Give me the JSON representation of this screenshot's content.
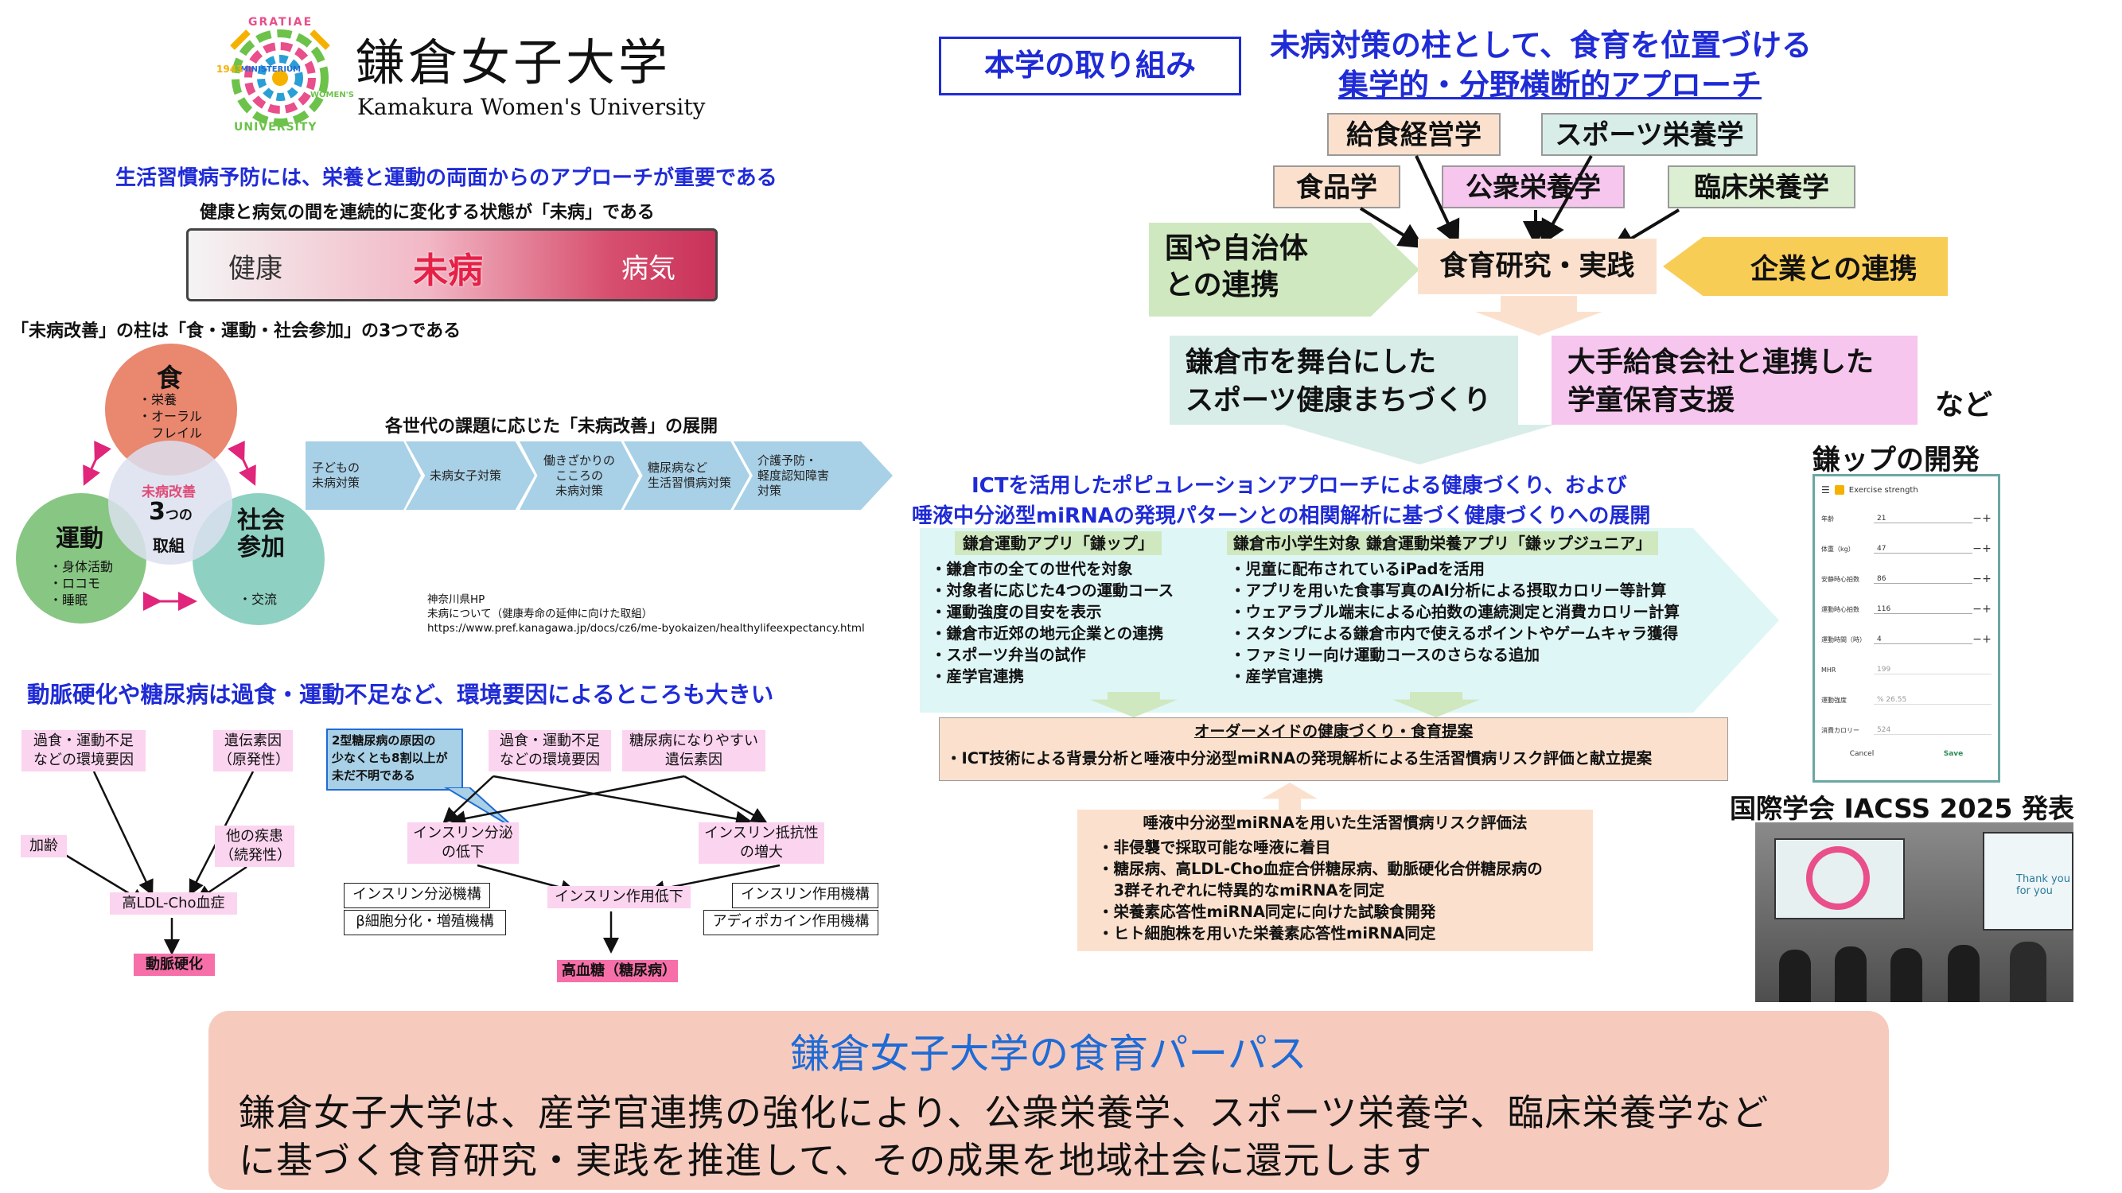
{
  "header": {
    "university_name": "鎌倉女子大学",
    "university_name_en": "Kamakura Women's University",
    "logo_top_text": "GRATIAE",
    "logo_mid_text": "MINISTERIUM",
    "logo_bottom_text": "UNIVERSITY",
    "logo_left_text": "1943",
    "logo_right_text": "WOMEN'S"
  },
  "left": {
    "headline": "生活習慣病予防には、栄養と運動の両面からのアプローチが重要である",
    "subline": "健康と病気の間を連続的に変化する状態が「未病」である",
    "gradient": {
      "left": "健康",
      "center": "未病",
      "right": "病気"
    },
    "pillars_caption": "「未病改善」の柱は「食・運動・社会参加」の3つである",
    "circles": {
      "food_title": "食",
      "food_items": [
        "・栄養",
        "・オーラル",
        "　フレイル"
      ],
      "exercise_title": "運動",
      "exercise_items": [
        "・身体活動",
        "・ロコモ",
        "・睡眠"
      ],
      "social_title": "社会\n参加",
      "social_items": [
        "・交流"
      ],
      "center_small": "未病改善",
      "center_big": "3",
      "center_suffix": "つの",
      "center_bottom": "取組"
    },
    "generations_title": "各世代の課題に応じた「未病改善」の展開",
    "generations": [
      "子どもの\n未病対策",
      "未病女子対策",
      "働きざかりの\nこころの\n未病対策",
      "糖尿病など\n生活習慣病対策",
      "介護予防・\n軽度認知障害\n対策"
    ],
    "source_lines": [
      "神奈川県HP",
      "未病について（健康寿命の延伸に向けた取組）",
      "https://www.pref.kanagawa.jp/docs/cz6/me-byokaizen/healthylifeexpectancy.html"
    ],
    "arterio_headline": "動脈硬化や糖尿病は過食・運動不足など、環境要因によるところも大きい",
    "diagram1": {
      "env": "過食・運動不足\nなどの環境要因",
      "genetic": "遺伝素因\n（原発性）",
      "age": "加齢",
      "other": "他の疾患\n（続発性）",
      "ldl": "高LDL-Cho血症",
      "result": "動脈硬化"
    },
    "diagram2": {
      "callout": "2型糖尿病の原因の\n少なくとも8割以上が\n未だ不明である",
      "env": "過食・運動不足\nなどの環境要因",
      "genetic": "糖尿病になりやすい\n遺伝素因",
      "secretion_low": "インスリン分泌\nの低下",
      "resistance_up": "インスリン抵抗性\nの増大",
      "secretion_mech": "インスリン分泌機構",
      "beta_cell": "β細胞分化・増殖機構",
      "action_low": "インスリン作用低下",
      "action_mech": "インスリン作用機構",
      "adipo": "アディポカイン作用機構",
      "result": "高血糖（糖尿病）"
    }
  },
  "right": {
    "initiative_label": "本学の取り組み",
    "title_line1": "未病対策の柱として、食育を位置づける",
    "title_line2": "集学的・分野横断的アプローチ",
    "fields": {
      "kyushoku": "給食経営学",
      "sports": "スポーツ栄養学",
      "food": "食品学",
      "public": "公衆栄養学",
      "clinical": "臨床栄養学"
    },
    "gov": "国や自治体\nとの連携",
    "center": "食育研究・実践",
    "company": "企業との連携",
    "kamakura_city": "鎌倉市を舞台にした\nスポーツ健康まちづくり",
    "school_support": "大手給食会社と連携した\n学童保育支援",
    "etc": "など",
    "ict_title_line1": "ICTを活用したポピュレーションアプローチによる健康づくり、および",
    "ict_title_line2": "唾液中分泌型miRNAの発現パターンとの相関解析に基づく健康づくりへの展開",
    "app1": {
      "title": "鎌倉運動アプリ「鎌ップ」",
      "items": [
        "・鎌倉市の全ての世代を対象",
        "・対象者に応じた4つの運動コース",
        "・運動強度の目安を表示",
        "・鎌倉市近郊の地元企業との連携",
        "・スポーツ弁当の試作",
        "・産学官連携"
      ]
    },
    "app2": {
      "title": "鎌倉市小学生対象 鎌倉運動栄養アプリ「鎌ップジュニア」",
      "items": [
        "・児童に配布されているiPadを活用",
        "・アプリを用いた食事写真のAI分析による摂取カロリー等計算",
        "・ウェアラブル端末による心拍数の連続測定と消費カロリー計算",
        "・スタンプによる鎌倉市内で使えるポイントやゲームキャラ獲得",
        "・ファミリー向け運動コースのさらなる追加",
        "・産学官連携"
      ]
    },
    "order": {
      "title": "オーダーメイドの健康づくり・食育提案",
      "body": "・ICT技術による背景分析と唾液中分泌型miRNAの発現解析による生活習慣病リスク評価と献立提案"
    },
    "mirna": {
      "title": "唾液中分泌型miRNAを用いた生活習慣病リスク評価法",
      "items": [
        "・非侵襲で採取可能な唾液に着目",
        "・糖尿病、高LDL-Cho血症合併糖尿病、動脈硬化合併糖尿病の",
        "　3群それぞれに特異的なmiRNAを同定",
        "・栄養素応答性miRNA同定に向けた試験食開発",
        "・ヒト細胞株を用いた栄養素応答性miRNA同定"
      ]
    },
    "kamap_dev": "鎌ップの開発",
    "phone": {
      "header": "Exercise strength",
      "rows": [
        {
          "label": "年齢",
          "value": "21"
        },
        {
          "label": "体重（kg）",
          "value": "47"
        },
        {
          "label": "安静時心拍数",
          "value": "86"
        },
        {
          "label": "運動時心拍数",
          "value": "116"
        },
        {
          "label": "運動時間（時）",
          "value": "4"
        }
      ],
      "mhr_label": "MHR",
      "mhr_value": "199",
      "intensity_label": "運動強度",
      "intensity_value": "% 26.55",
      "kcal_label": "消費カロリー",
      "kcal_value": "524",
      "cancel": "Cancel",
      "save": "Save"
    },
    "conference": "国際学会 IACSS 2025 発表",
    "photo_text": "Thank you\nfor you"
  },
  "footer": {
    "title": "鎌倉女子大学の食育パーパス",
    "line1": "鎌倉女子大学は、産学官連携の強化により、公衆栄養学、スポーツ栄養学、臨床栄養学など",
    "line2": "に基づく食育研究・実践を推進して、その成果を地域社会に還元します"
  }
}
